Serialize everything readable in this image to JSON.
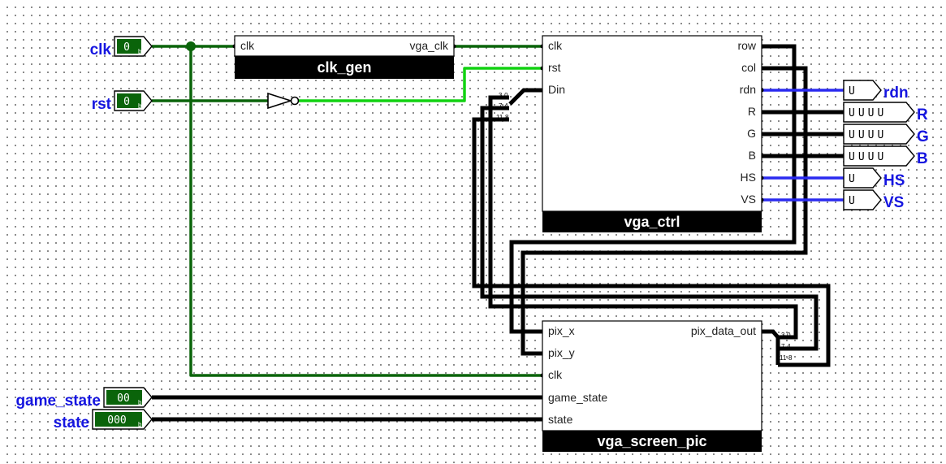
{
  "inputs": {
    "clk": {
      "label": "clk",
      "value": "0"
    },
    "rst": {
      "label": "rst",
      "value": "0"
    },
    "game_state": {
      "label": "game_state",
      "value": "00"
    },
    "state": {
      "label": "state",
      "value": "000"
    }
  },
  "outputs": {
    "rdn": {
      "label": "rdn",
      "value": "U"
    },
    "R": {
      "label": "R",
      "value": "UUUU"
    },
    "G": {
      "label": "G",
      "value": "UUUU"
    },
    "B": {
      "label": "B",
      "value": "UUUU"
    },
    "HS": {
      "label": "HS",
      "value": "U"
    },
    "VS": {
      "label": "VS",
      "value": "U"
    }
  },
  "radix": "b",
  "components": {
    "clk_gen": {
      "title": "clk_gen",
      "in": [
        "clk"
      ],
      "out": [
        "vga_clk"
      ]
    },
    "vga_ctrl": {
      "title": "vga_ctrl",
      "in": [
        "clk",
        "rst",
        "Din"
      ],
      "out": [
        "row",
        "col",
        "rdn",
        "R",
        "G",
        "B",
        "HS",
        "VS"
      ]
    },
    "vga_screen_pic": {
      "title": "vga_screen_pic",
      "in": [
        "pix_x",
        "pix_y",
        "clk",
        "game_state",
        "state"
      ],
      "out": [
        "pix_data_out"
      ]
    }
  },
  "splitters": {
    "left": [
      "3-0",
      "7-4",
      "11-8"
    ],
    "right": [
      "3-0",
      "7-4",
      "11-8"
    ]
  },
  "colors": {
    "wire_low": "#0a640a",
    "wire_high": "#11d211",
    "wire_unknown": "#2a2af0",
    "bus": "#000000",
    "label": "#1515e0"
  }
}
